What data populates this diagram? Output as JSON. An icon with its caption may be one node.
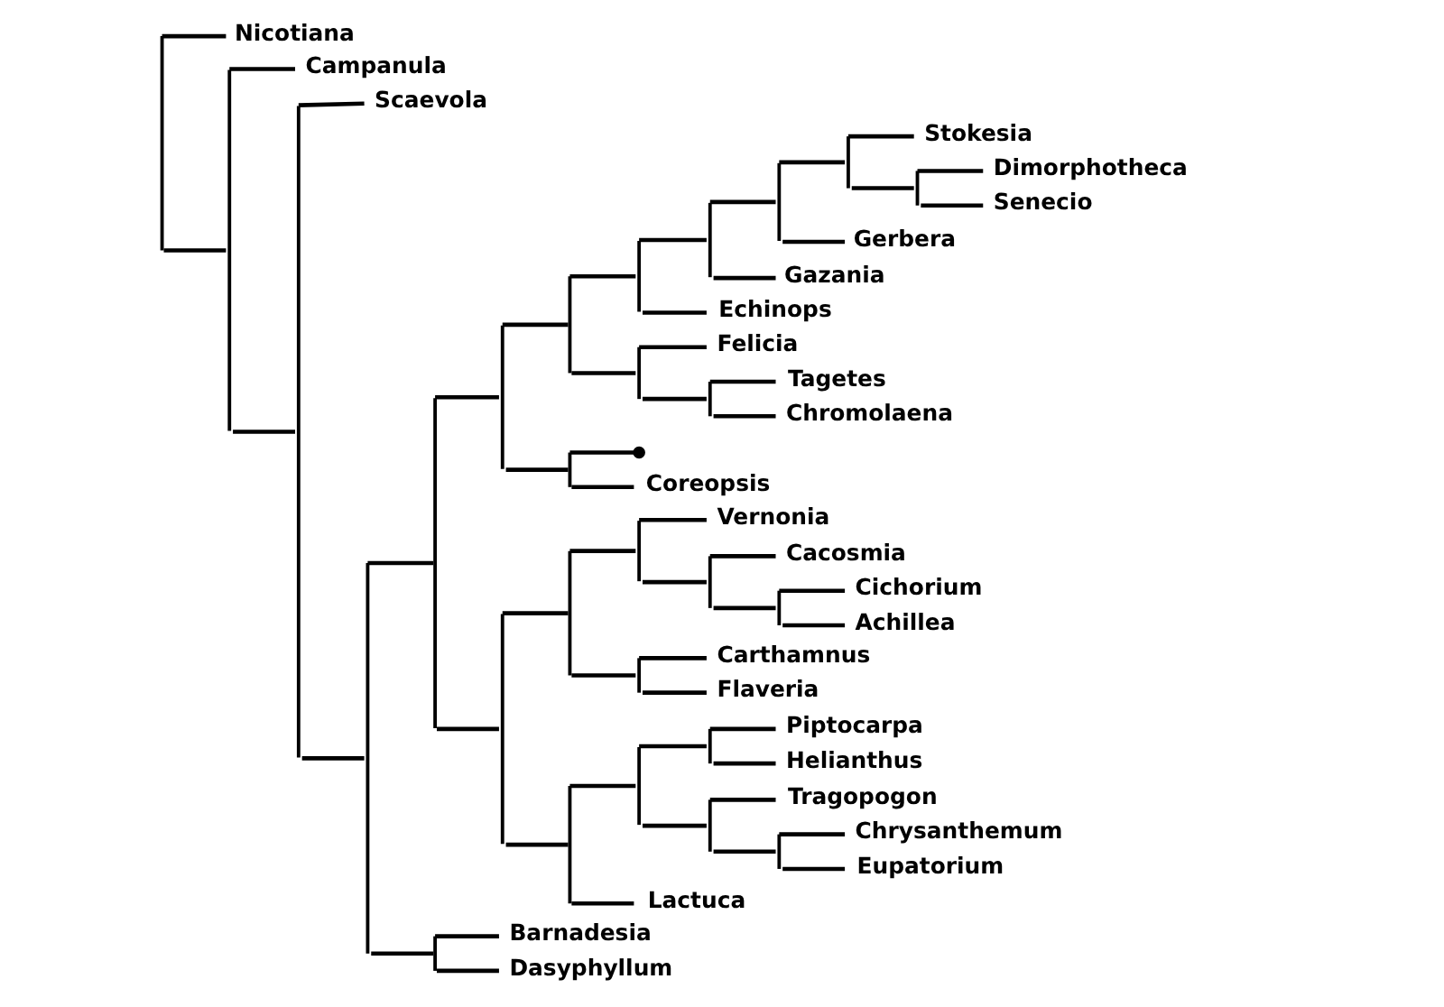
{
  "diagram": {
    "nodes": [
      {
        "text": [
          "Nicotiana"
        ]
      },
      {
        "text": [
          "Campanula"
        ]
      },
      {
        "text": [
          "Scaevola"
        ]
      },
      {
        "text": [
          "Stokesia"
        ]
      },
      {
        "text": [
          "Dimorphotheca"
        ]
      },
      {
        "text": [
          "Senecio"
        ]
      },
      {
        "text": [
          "Gerbera"
        ]
      },
      {
        "text": [
          "Gazania"
        ]
      },
      {
        "text": [
          "Echinops"
        ]
      },
      {
        "text": [
          "Felicia"
        ]
      },
      {
        "text": [
          "Tagetes"
        ]
      },
      {
        "text": [
          "Chromolaena"
        ]
      },
      {
        "text": [],
        "shape": "dot"
      },
      {
        "text": [
          "Coreopsis"
        ]
      },
      {
        "text": [
          "Vernonia"
        ]
      },
      {
        "text": [
          "Cacosmia"
        ]
      },
      {
        "text": [
          "Cichorium"
        ]
      },
      {
        "text": [
          "Achillea"
        ]
      },
      {
        "text": [
          "Carthamnus"
        ]
      },
      {
        "text": [
          "Flaveria"
        ]
      },
      {
        "text": [
          "Piptocarpa"
        ]
      },
      {
        "text": [
          "Helianthus"
        ]
      },
      {
        "text": [
          "Tragopogon"
        ]
      },
      {
        "text": [
          "Chrysanthemum"
        ]
      },
      {
        "text": [
          "Eupatorium"
        ]
      },
      {
        "text": [
          "Lactuca"
        ]
      },
      {
        "text": [
          "Barnadesia"
        ]
      },
      {
        "text": [
          "Dasyphyllum"
        ]
      },
      {
        "text": [],
        "shape": "bar"
      },
      {
        "text": [],
        "shape": "bar"
      },
      {
        "text": [],
        "shape": "bar"
      },
      {
        "text": [],
        "shape": "bar"
      },
      {
        "text": [],
        "shape": "bar"
      },
      {
        "text": [],
        "shape": "bar"
      },
      {
        "text": [],
        "shape": "bar"
      },
      {
        "text": [],
        "shape": "bar"
      },
      {
        "text": [],
        "shape": "bar"
      },
      {
        "text": [],
        "shape": "bar"
      },
      {
        "text": [],
        "shape": "bar"
      },
      {
        "text": [],
        "shape": "bar"
      },
      {
        "text": [],
        "shape": "bar"
      },
      {
        "text": [],
        "shape": "bar"
      },
      {
        "text": [],
        "shape": "bar"
      },
      {
        "text": [],
        "shape": "bar"
      },
      {
        "text": [],
        "shape": "bar"
      },
      {
        "text": [],
        "shape": "bar"
      },
      {
        "text": [],
        "shape": "bar"
      },
      {
        "text": [],
        "shape": "bar"
      },
      {
        "text": [],
        "shape": "bar"
      },
      {
        "text": [],
        "shape": "bar"
      },
      {
        "text": [],
        "shape": "bar"
      },
      {
        "text": [],
        "shape": "bar"
      },
      {
        "text": [],
        "shape": "bar"
      },
      {
        "text": [],
        "shape": "bar"
      },
      {
        "text": [],
        "shape": "bar"
      }
    ],
    "edges": [
      {
        "from": 28,
        "to": 0,
        "arrow": "none"
      },
      {
        "from": 28,
        "to": 29,
        "arrow": "none"
      },
      {
        "from": 29,
        "to": 1,
        "arrow": "none"
      },
      {
        "from": 29,
        "to": 30,
        "arrow": "none"
      },
      {
        "from": 30,
        "to": 2,
        "arrow": "none"
      },
      {
        "from": 30,
        "to": 31,
        "arrow": "none"
      },
      {
        "from": 31,
        "to": 32,
        "arrow": "none"
      },
      {
        "from": 31,
        "to": 33,
        "arrow": "none"
      },
      {
        "from": 32,
        "to": 34,
        "arrow": "none"
      },
      {
        "from": 32,
        "to": 35,
        "arrow": "none"
      },
      {
        "from": 33,
        "to": 26,
        "arrow": "none"
      },
      {
        "from": 33,
        "to": 27,
        "arrow": "none"
      },
      {
        "from": 34,
        "to": 36,
        "arrow": "none"
      },
      {
        "from": 34,
        "to": 37,
        "arrow": "none"
      },
      {
        "from": 35,
        "to": 38,
        "arrow": "none"
      },
      {
        "from": 35,
        "to": 39,
        "arrow": "none"
      },
      {
        "from": 36,
        "to": 40,
        "arrow": "none"
      },
      {
        "from": 36,
        "to": 41,
        "arrow": "none"
      },
      {
        "from": 37,
        "to": 12,
        "arrow": "none"
      },
      {
        "from": 37,
        "to": 13,
        "arrow": "none"
      },
      {
        "from": 38,
        "to": 42,
        "arrow": "none"
      },
      {
        "from": 38,
        "to": 43,
        "arrow": "none"
      },
      {
        "from": 39,
        "to": 44,
        "arrow": "none"
      },
      {
        "from": 39,
        "to": 25,
        "arrow": "none"
      },
      {
        "from": 40,
        "to": 45,
        "arrow": "none"
      },
      {
        "from": 40,
        "to": 8,
        "arrow": "none"
      },
      {
        "from": 41,
        "to": 9,
        "arrow": "none"
      },
      {
        "from": 41,
        "to": 46,
        "arrow": "none"
      },
      {
        "from": 42,
        "to": 14,
        "arrow": "none"
      },
      {
        "from": 42,
        "to": 47,
        "arrow": "none"
      },
      {
        "from": 43,
        "to": 18,
        "arrow": "none"
      },
      {
        "from": 43,
        "to": 19,
        "arrow": "none"
      },
      {
        "from": 44,
        "to": 48,
        "arrow": "none"
      },
      {
        "from": 44,
        "to": 49,
        "arrow": "none"
      },
      {
        "from": 45,
        "to": 50,
        "arrow": "none"
      },
      {
        "from": 45,
        "to": 7,
        "arrow": "none"
      },
      {
        "from": 46,
        "to": 10,
        "arrow": "none"
      },
      {
        "from": 46,
        "to": 11,
        "arrow": "none"
      },
      {
        "from": 47,
        "to": 15,
        "arrow": "none"
      },
      {
        "from": 47,
        "to": 51,
        "arrow": "none"
      },
      {
        "from": 48,
        "to": 20,
        "arrow": "none"
      },
      {
        "from": 48,
        "to": 21,
        "arrow": "none"
      },
      {
        "from": 49,
        "to": 22,
        "arrow": "none"
      },
      {
        "from": 49,
        "to": 52,
        "arrow": "none"
      },
      {
        "from": 50,
        "to": 53,
        "arrow": "none"
      },
      {
        "from": 50,
        "to": 6,
        "arrow": "none"
      },
      {
        "from": 51,
        "to": 16,
        "arrow": "none"
      },
      {
        "from": 51,
        "to": 17,
        "arrow": "none"
      },
      {
        "from": 52,
        "to": 23,
        "arrow": "none"
      },
      {
        "from": 52,
        "to": 24,
        "arrow": "none"
      },
      {
        "from": 53,
        "to": 3,
        "arrow": "none"
      },
      {
        "from": 53,
        "to": 54,
        "arrow": "none"
      },
      {
        "from": 54,
        "to": 4,
        "arrow": "none"
      },
      {
        "from": 54,
        "to": 5,
        "arrow": "none"
      }
    ]
  }
}
